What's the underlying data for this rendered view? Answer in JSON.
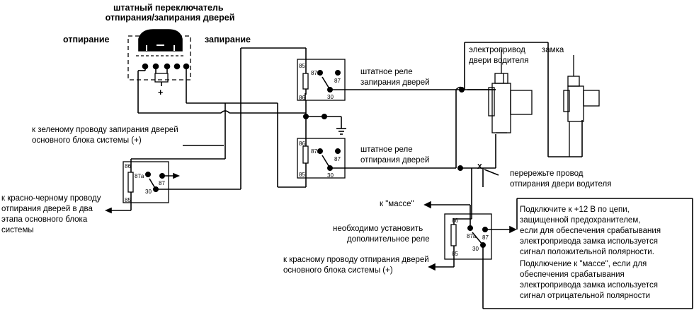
{
  "labels": {
    "switch_title_1": "штатный переключатель",
    "switch_title_2": "отпирания/запирания дверей",
    "unlock": "отпирание",
    "lock": "запирание",
    "plus": "+",
    "lock_relay_1": "штатное реле",
    "lock_relay_2": "запирания дверей",
    "unlock_relay_1": "штатное реле",
    "unlock_relay_2": "отпирания дверей",
    "actuator_1": "электропривод",
    "actuator_2": "двери водителя",
    "lock_label": "замка",
    "green_wire_1": "к зеленому проводу запирания дверей",
    "green_wire_2": "основного блока системы (+)",
    "redblack_wire_1": "к красно-черному проводу",
    "redblack_wire_2": "отпирания дверей в два",
    "redblack_wire_3": "этапа основного блока",
    "redblack_wire_4": "системы",
    "cut_wire_1": "перережьте провод",
    "cut_wire_2": "отпирания двери водителя",
    "ground": "к \"массе\"",
    "extra_relay_1": "необходимо установить",
    "extra_relay_2": "дополнительное реле",
    "red_wire_1": "к красному проводу отпирания дверей",
    "red_wire_2": "основного блока системы (+)",
    "note_1": "Подключите к +12 В по цепи,",
    "note_2": "защищенной предохранителем,",
    "note_3": "если для обеспечения срабатывания",
    "note_4": "электропривода замка используется",
    "note_5": "сигнал положительной полярности.",
    "note_6": "Подключение к \"массе\", если для",
    "note_7": "обеспечения срабатывания",
    "note_8": "электропривода замка используется",
    "note_9": "сигнал отрицательной полярности",
    "cut_mark": "X"
  },
  "pins": {
    "p85": "85",
    "p86": "86",
    "p87a": "87a",
    "p87": "87",
    "p30": "30"
  }
}
